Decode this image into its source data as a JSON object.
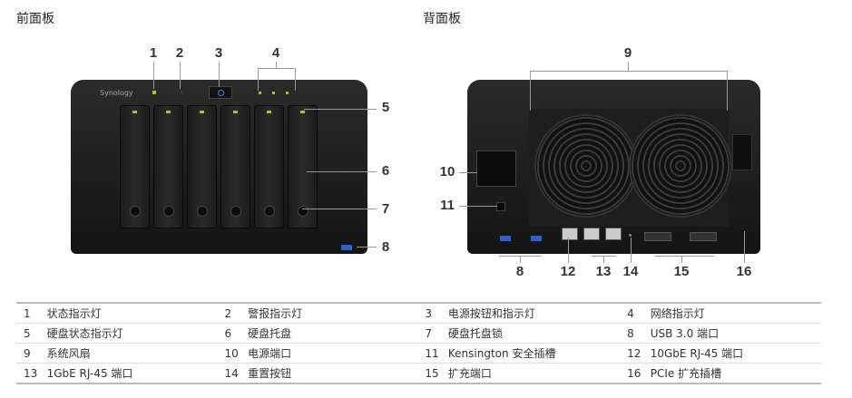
{
  "front_title": "前面板",
  "back_title": "背面板",
  "brand": "Synology",
  "front_callouts": [
    "1",
    "2",
    "3",
    "4",
    "5",
    "6",
    "7",
    "8"
  ],
  "back_callouts": {
    "fan": "9",
    "power": "10",
    "kensington": "11",
    "lan10g": "12",
    "lan1g": "13",
    "reset": "14",
    "expansion": "15",
    "pcie": "16",
    "usb": "8"
  },
  "legend": [
    [
      {
        "n": "1",
        "t": "状态指示灯"
      },
      {
        "n": "2",
        "t": "警报指示灯"
      },
      {
        "n": "3",
        "t": "电源按钮和指示灯"
      },
      {
        "n": "4",
        "t": "网络指示灯"
      }
    ],
    [
      {
        "n": "5",
        "t": "硬盘状态指示灯"
      },
      {
        "n": "6",
        "t": "硬盘托盘"
      },
      {
        "n": "7",
        "t": "硬盘托盘锁"
      },
      {
        "n": "8",
        "t": "USB 3.0 端口"
      }
    ],
    [
      {
        "n": "9",
        "t": "系统风扇"
      },
      {
        "n": "10",
        "t": "电源端口"
      },
      {
        "n": "11",
        "t": "Kensington 安全插槽"
      },
      {
        "n": "12",
        "t": "10GbE RJ-45 端口"
      }
    ],
    [
      {
        "n": "13",
        "t": "1GbE RJ-45 端口"
      },
      {
        "n": "14",
        "t": "重置按钮"
      },
      {
        "n": "15",
        "t": "扩充端口"
      },
      {
        "n": "16",
        "t": "PCIe 扩充插槽"
      }
    ]
  ]
}
